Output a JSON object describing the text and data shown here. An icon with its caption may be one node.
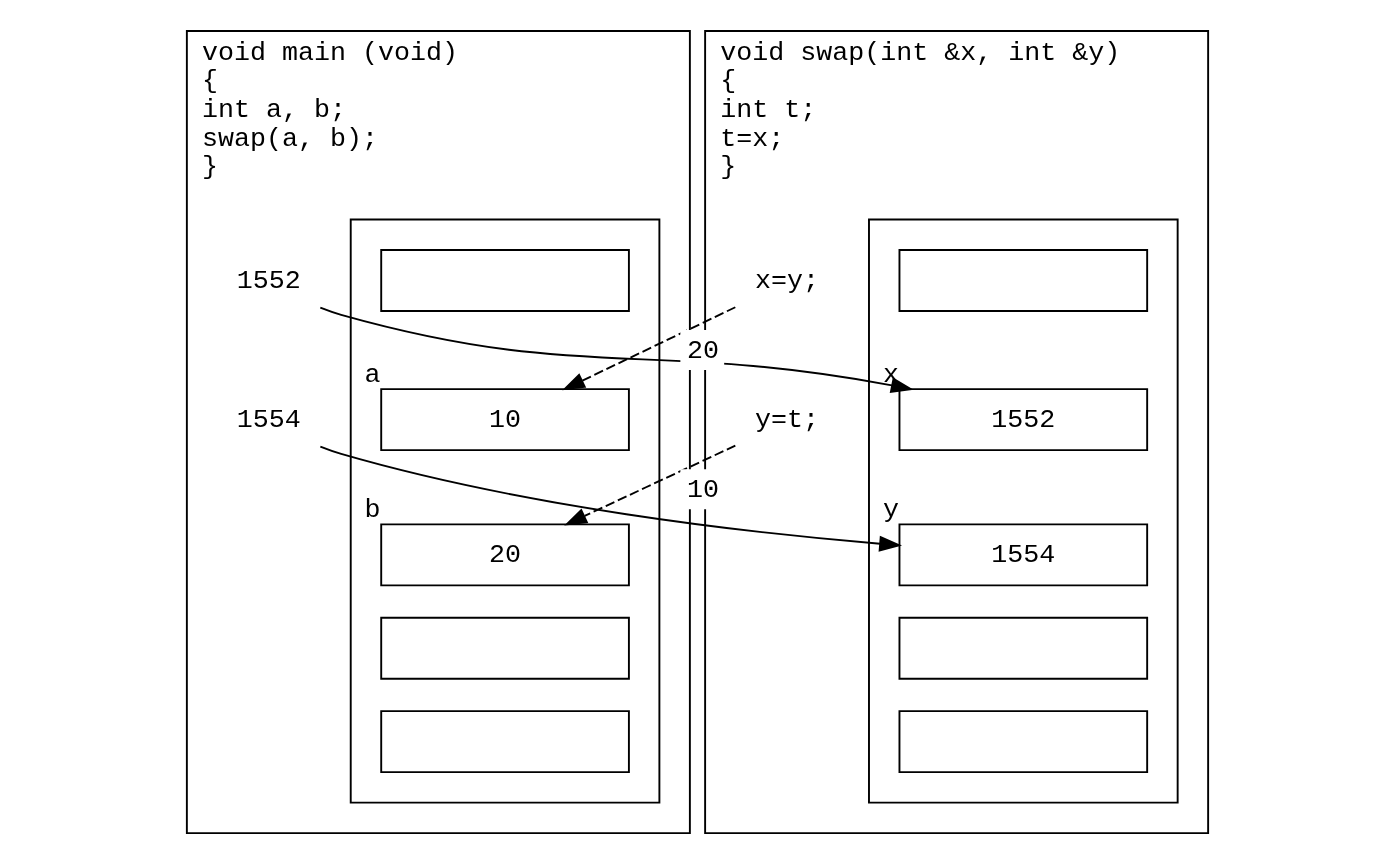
{
  "diagram": {
    "nodes": [
      {
        "text": [
          "void main (void)",
          "{",
          "int a, b;",
          "swap(a, b);",
          "}"
        ]
      },
      {
        "text": [
          "1552"
        ],
        "in": 0
      },
      {
        "text": [
          "1554"
        ],
        "in": 0
      },
      {
        "text": [],
        "shape": "box",
        "in": 0
      },
      {
        "text": [],
        "shape": "box",
        "in": 3
      },
      {
        "text": [
          "10"
        ],
        "beside": [
          "a"
        ],
        "in": 3
      },
      {
        "text": [
          "20"
        ],
        "beside": [
          "b"
        ],
        "in": 3
      },
      {
        "text": [],
        "shape": "box",
        "in": 3
      },
      {
        "text": [],
        "shape": "box",
        "in": 3
      },
      {
        "text": [
          "void swap(int &x, int &y)",
          "{",
          "int t;",
          "t=x;",
          "}"
        ]
      },
      {
        "text": [
          "x=y;"
        ],
        "in": 9
      },
      {
        "text": [
          "y=t;"
        ],
        "in": 9
      },
      {
        "text": [],
        "shape": "box",
        "in": 9
      },
      {
        "text": [],
        "shape": "box",
        "in": 12
      },
      {
        "text": [
          "1552"
        ],
        "beside": [
          "x"
        ],
        "in": 12
      },
      {
        "text": [
          "1554"
        ],
        "beside": [
          "y"
        ],
        "in": 12
      },
      {
        "text": [],
        "shape": "box",
        "in": 12
      },
      {
        "text": [],
        "shape": "box",
        "in": 12
      }
    ],
    "edges": [
      {
        "from": 10,
        "to": 5,
        "arrow": "to",
        "label": "20",
        "style": "dashed"
      },
      {
        "from": 11,
        "to": 6,
        "arrow": "to",
        "label": "10",
        "style": "dashed"
      },
      {
        "from": 1,
        "to": 14,
        "arrow": "to"
      },
      {
        "from": 2,
        "to": 15,
        "arrow": "to"
      }
    ]
  }
}
